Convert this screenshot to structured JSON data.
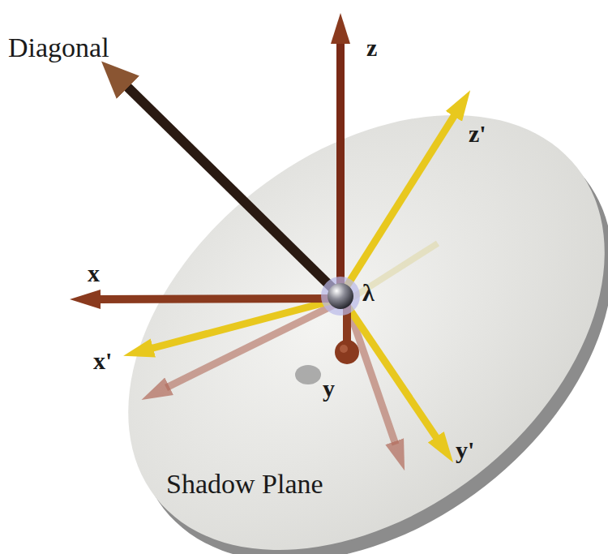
{
  "diagram": {
    "labels": [
      "Diagonal",
      "z",
      "z'",
      "x",
      "x'",
      "y",
      "y'",
      "λ",
      "Shadow Plane"
    ]
  }
}
